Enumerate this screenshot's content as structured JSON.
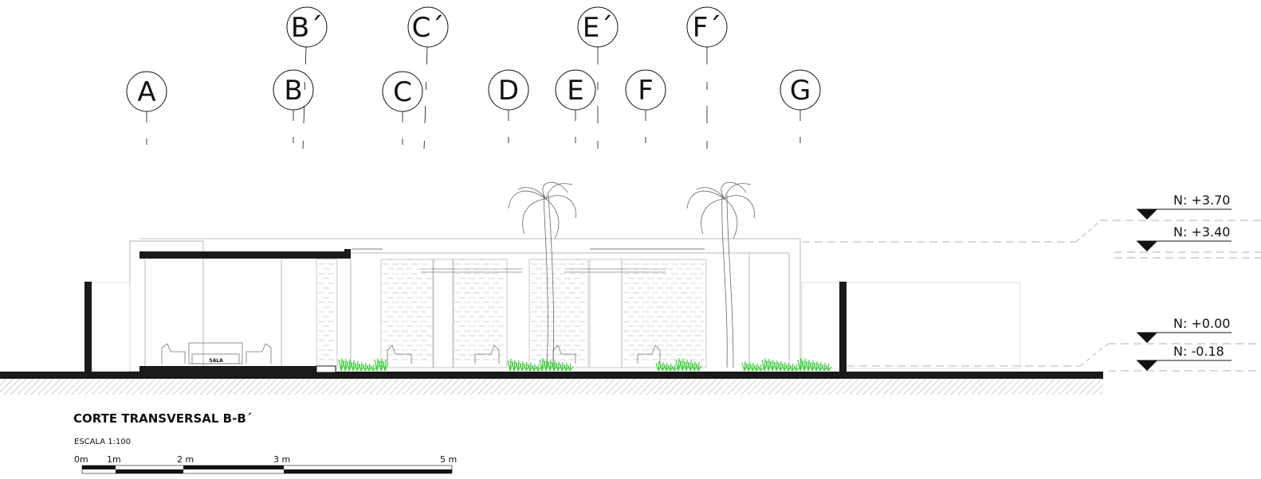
{
  "drawing": {
    "title": "CORTE TRANSVERSAL B-B´",
    "scale_label": "ESCALA 1:100",
    "room_label": "SALA",
    "grid_axes_lower": [
      "A",
      "B",
      "C",
      "D",
      "E",
      "F",
      "G"
    ],
    "grid_axes_upper": [
      "B´",
      "C´",
      "E´",
      "F´"
    ],
    "levels": [
      "N: +3.70",
      "N: +3.40",
      "N: +0.00",
      "N: -0.18"
    ],
    "scale_bar": {
      "ticks": [
        "0m",
        "1m",
        "2 m",
        "3 m",
        "5 m"
      ]
    }
  },
  "colors": {
    "line": "#111111",
    "thin_line": "#9a9a9a",
    "vegetation": "#3ecf3e",
    "hatch": "#8a8a8a"
  }
}
